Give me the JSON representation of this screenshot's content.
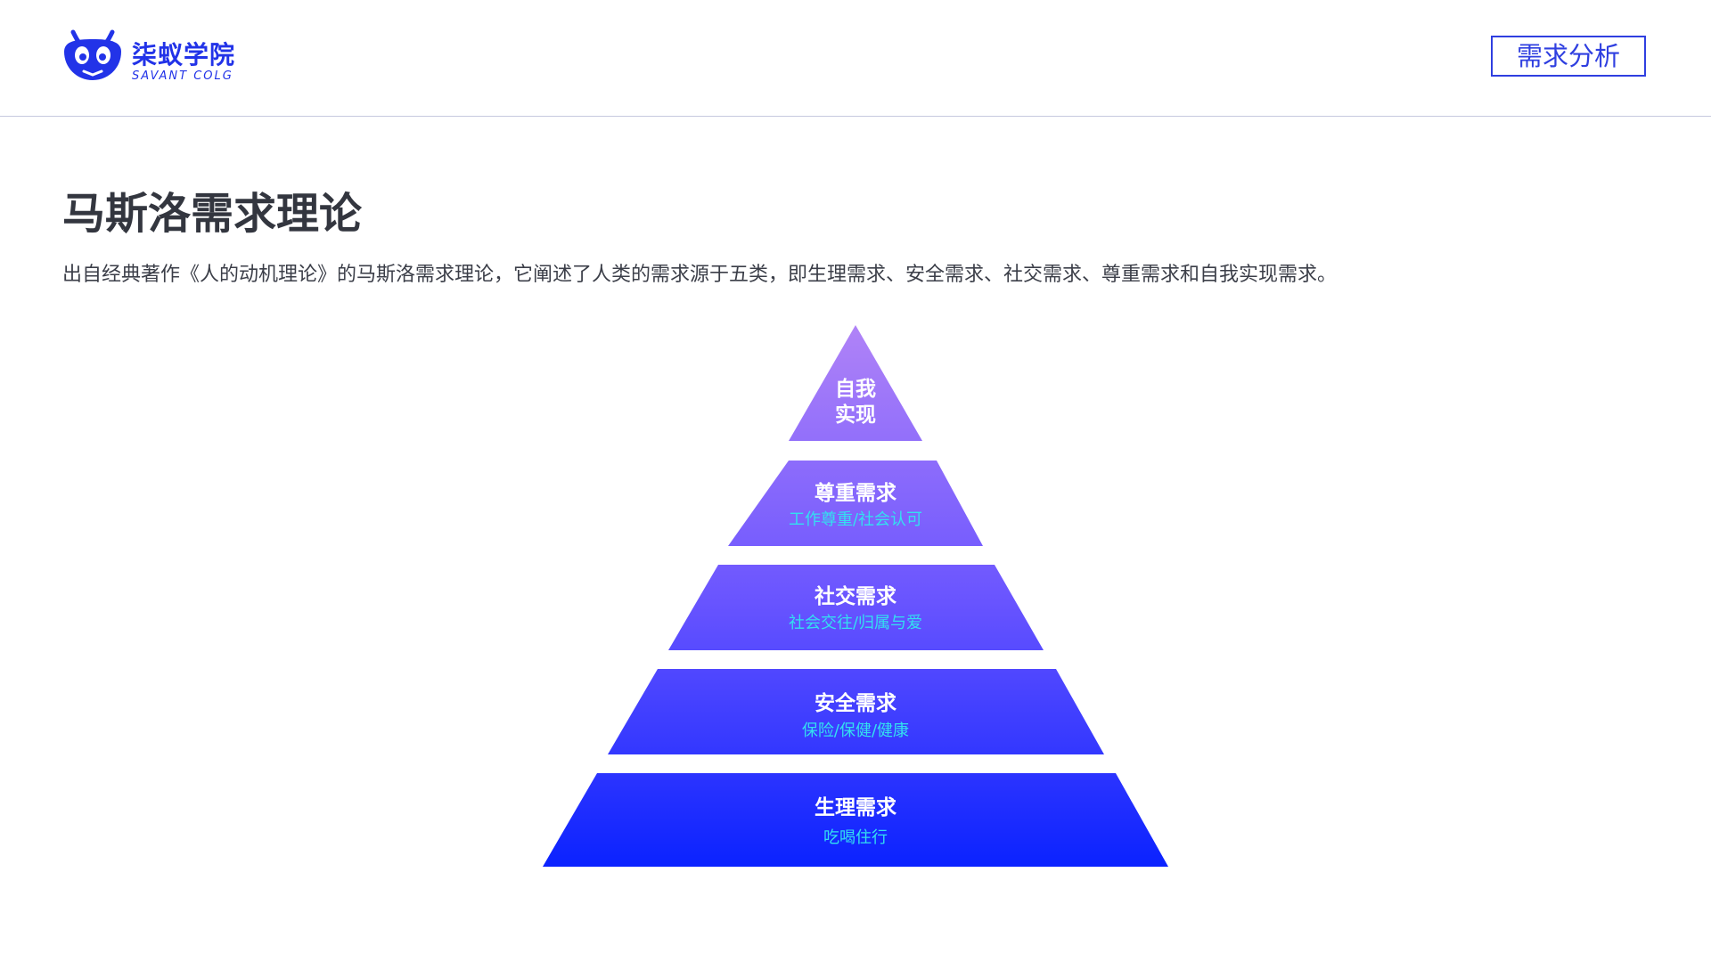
{
  "header": {
    "logo": {
      "name": "柒蚁学院",
      "subtitle": "SAVANT COLG",
      "icon": "ant-head-icon"
    },
    "section_tag": "需求分析"
  },
  "main": {
    "title": "马斯洛需求理论",
    "description": "出自经典著作《人的动机理论》的马斯洛需求理论，它阐述了人类的需求源于五类，即生理需求、安全需求、社交需求、尊重需求和自我实现需求。"
  },
  "pyramid": {
    "levels": [
      {
        "title": "自我",
        "title_line2": "实现",
        "subtitle": ""
      },
      {
        "title": "尊重需求",
        "subtitle": "工作尊重/社会认可"
      },
      {
        "title": "社交需求",
        "subtitle": "社会交往/归属与爱"
      },
      {
        "title": "安全需求",
        "subtitle": "保险/保健/健康"
      },
      {
        "title": "生理需求",
        "subtitle": "吃喝住行"
      }
    ]
  },
  "colors": {
    "brand": "#2233e8",
    "tag_border": "#2f3fe0",
    "pyramid_top": "#b083f7",
    "pyramid_bottom": "#0a22ff",
    "subtitle_text": "#33e0f0"
  }
}
